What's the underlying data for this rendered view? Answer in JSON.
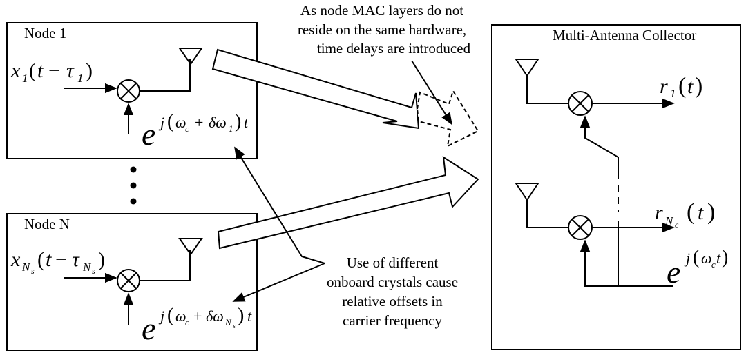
{
  "node1": {
    "title": "Node 1",
    "input_label": "x1(t − τ1)",
    "carrier_label": "e^{j(ωc + δω1)t}"
  },
  "nodeN": {
    "title": "Node N",
    "input_label": "xNs(t − τNs)",
    "carrier_label": "e^{j(ωc + δωNs)t}"
  },
  "collector": {
    "title": "Multi-Antenna Collector",
    "output1_label": "r1(t)",
    "outputN_label": "rNc(t)",
    "lo_label": "e^{j(ωct)}"
  },
  "annotations": {
    "time_delay": [
      "As node MAC layers do not",
      "reside on the same hardware,",
      "time delays are introduced"
    ],
    "crystals": [
      "Use of different",
      "onboard crystals cause",
      "relative offsets in",
      "carrier frequency"
    ]
  },
  "ellipsis": "• • •"
}
